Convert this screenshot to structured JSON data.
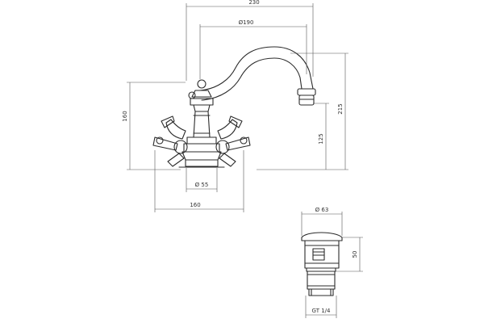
{
  "dimensions": {
    "spout_reach": "230",
    "spout_width": "Ø190",
    "overall_height": "215",
    "handle_height": "160",
    "outlet_height": "125",
    "base_diameter": "Ø 55",
    "handle_span": "160",
    "waste_diameter": "Ø 63",
    "waste_height": "50",
    "waste_thread": "GT 1/4"
  },
  "colors": {
    "line": "#2b2b2b",
    "dimension_line": "#555555",
    "background": "#ffffff"
  }
}
